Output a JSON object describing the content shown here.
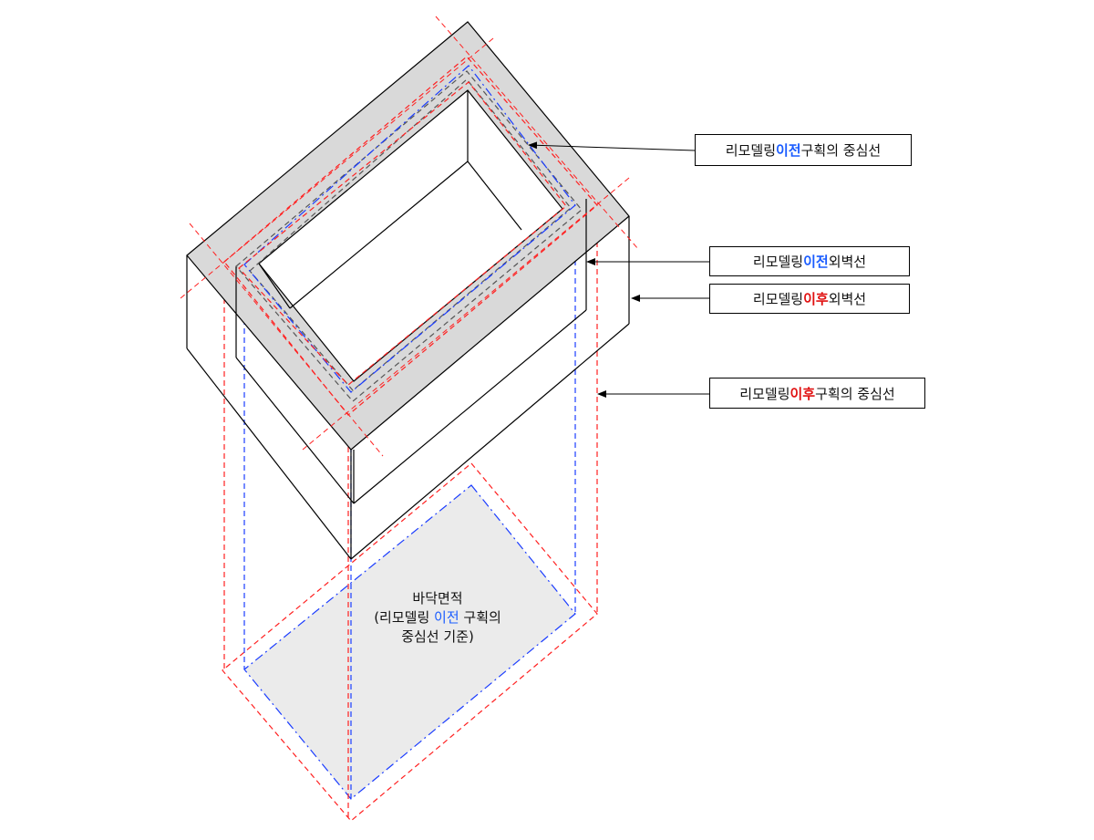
{
  "labels": {
    "before_center": {
      "prefix": "리모델링 ",
      "highlight": "이전",
      "suffix": " 구획의 중심선",
      "highlight_color": "#1a5cff"
    },
    "before_outer": {
      "prefix": "리모델링 ",
      "highlight": "이전",
      "suffix": " 외벽선",
      "highlight_color": "#1a5cff"
    },
    "after_outer": {
      "prefix": "리모델링 ",
      "highlight": "이후",
      "suffix": " 외벽선",
      "highlight_color": "#e01010"
    },
    "after_center": {
      "prefix": "리모델링 ",
      "highlight": "이후",
      "suffix": " 구획의 중심선",
      "highlight_color": "#e01010"
    }
  },
  "floor_area": {
    "line1": "바닥면적",
    "line2_prefix": "(리모델링 ",
    "line2_highlight": "이전",
    "line2_suffix": " 구획의",
    "line3": "중심선 기준)"
  },
  "colors": {
    "wall_fill": "#d9d9d9",
    "floor_fill": "#ebebeb",
    "before_line": "#1a3cff",
    "after_line": "#ff2020",
    "outline": "#000000"
  }
}
